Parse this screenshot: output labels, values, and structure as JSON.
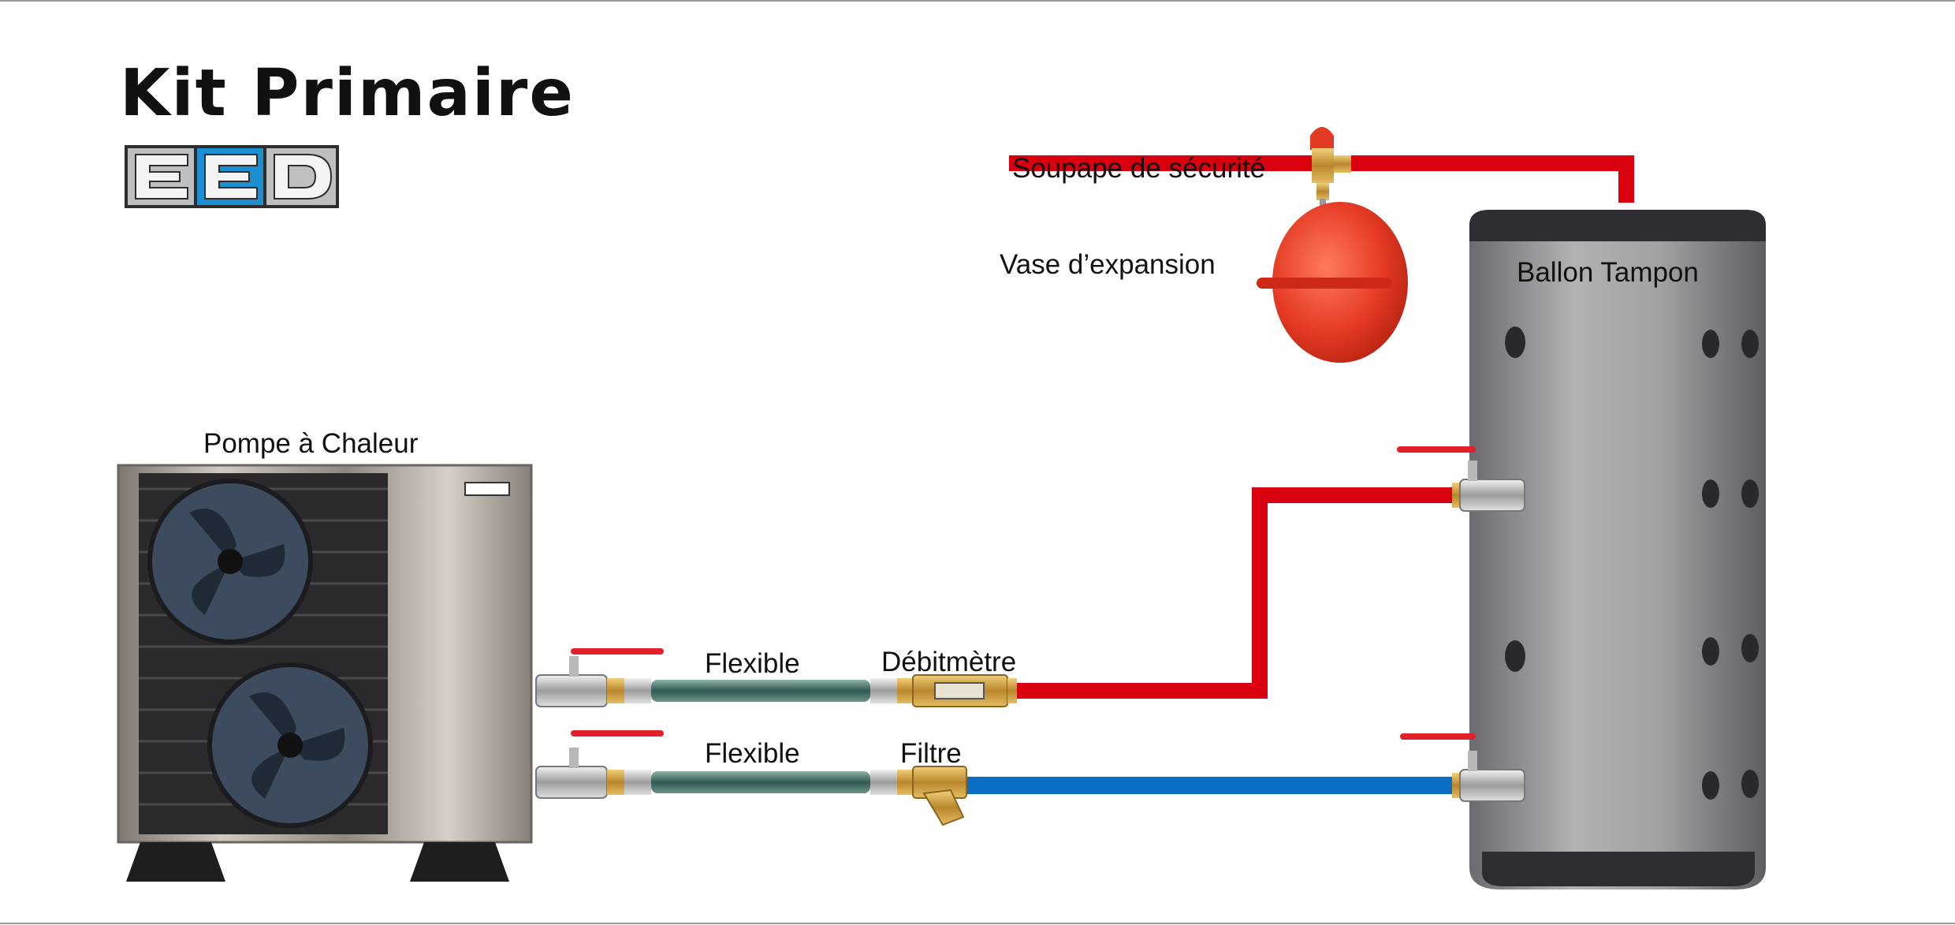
{
  "title": "Kit Primaire",
  "logo": {
    "text": "EED",
    "colors": {
      "light": "#e6e6e6",
      "blue": "#1a8fd1",
      "dark": "#2d2d2d"
    }
  },
  "components": {
    "heat_pump": "Pompe à Chaleur",
    "hose_top": "Flexible",
    "hose_bottom": "Flexible",
    "flow_meter": "Débitmètre",
    "filter": "Filtre",
    "safety_valve": "Soupape de sécurité",
    "expansion_vessel": "Vase d’expansion",
    "buffer_tank": "Ballon Tampon"
  },
  "colors": {
    "hot_pipe": "#d9000f",
    "cold_pipe": "#0a6fc2",
    "valve_handle": "#e0212b",
    "vessel": "#e53a24",
    "brass": "#c69a3a",
    "tank": "#8d8a8f"
  }
}
